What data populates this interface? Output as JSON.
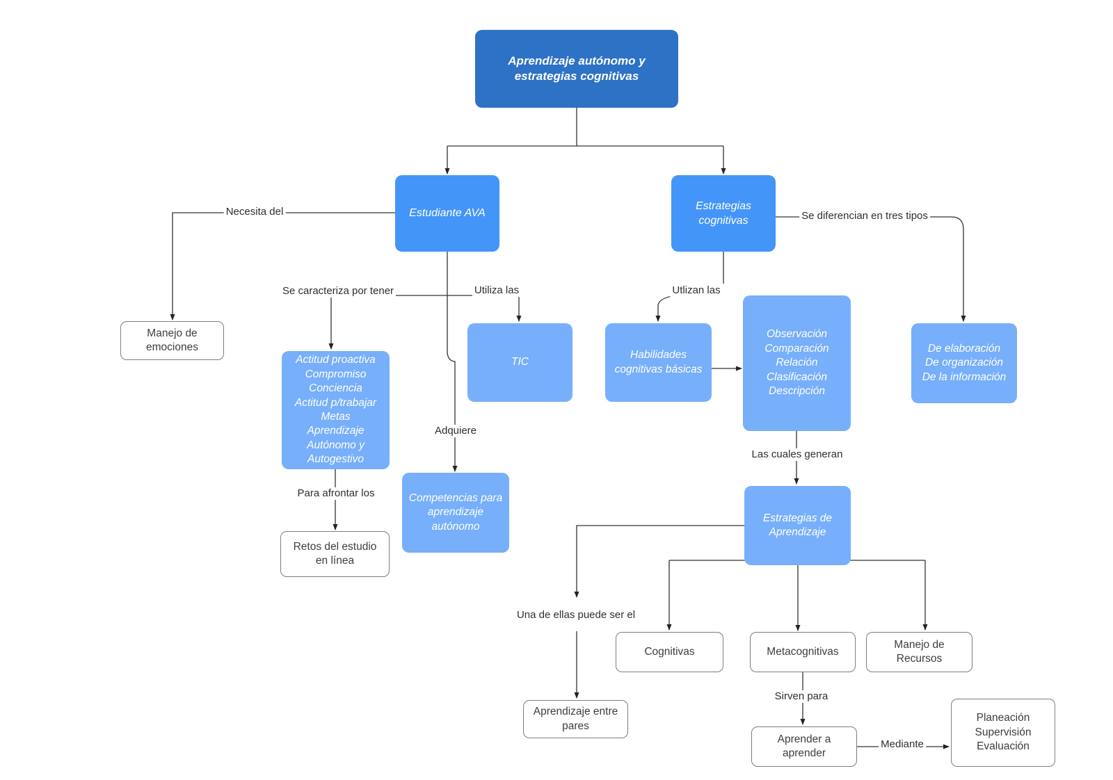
{
  "colors": {
    "dark_blue": "#2d72c5",
    "medium_blue": "#4495f8",
    "light_blue": "#77affa",
    "white_box": "#ffffff",
    "line": "#333333",
    "label_text": "#2e2e2e"
  },
  "nodes": {
    "root": {
      "text": "Aprendizaje autónomo y\nestrategias cognitivas"
    },
    "estudiante_ava": {
      "text": "Estudiante AVA"
    },
    "estrategias_cognitivas": {
      "text": "Estrategias\ncognitivas"
    },
    "manejo_emociones": {
      "text": "Manejo de\nemociones"
    },
    "actitudes": {
      "text": "Actitud proactiva\nCompromiso\nConciencia\nActitud p/trabajar\nMetas\nAprendizaje\nAutónomo y\nAutogestivo"
    },
    "tic": {
      "text": "TIC"
    },
    "competencias": {
      "text": "Competencias para\naprendizaje\nautónomo"
    },
    "retos": {
      "text": "Retos del estudio\nen línea"
    },
    "habilidades": {
      "text": "Habilidades\ncognitivas básicas"
    },
    "habilidades_lista": {
      "text": "Observación\nComparación\nRelación\nClasificación\nDescripción"
    },
    "tipos_elaboracion": {
      "text": "De elaboración\nDe organización\nDe la información"
    },
    "estrategias_aprendizaje": {
      "text": "Estrategias de\nAprendizaje"
    },
    "cognitivas": {
      "text": "Cognitivas"
    },
    "metacognitivas": {
      "text": "Metacognitivas"
    },
    "manejo_recursos": {
      "text": "Manejo de\nRecursos"
    },
    "aprendizaje_pares": {
      "text": "Aprendizaje entre\npares"
    },
    "aprender_a_aprender": {
      "text": "Aprender a\naprender"
    },
    "planeacion": {
      "text": "Planeación\nSupervisión\nEvaluación"
    }
  },
  "edge_labels": {
    "necesita_del": "Necesita del",
    "se_caracteriza": "Se caracteriza por tener",
    "utiliza_las": "Utiliza las",
    "adquiere": "Adquiere",
    "para_afrontar": "Para afrontar los",
    "utlizan_las": "Utlizan las",
    "se_diferencian": "Se diferencian  en tres tipos",
    "las_cuales_generan": "Las cuales generan",
    "una_de_ellas": "Una de ellas puede ser el",
    "sirven_para": "Sirven para",
    "mediante": "Mediante"
  }
}
